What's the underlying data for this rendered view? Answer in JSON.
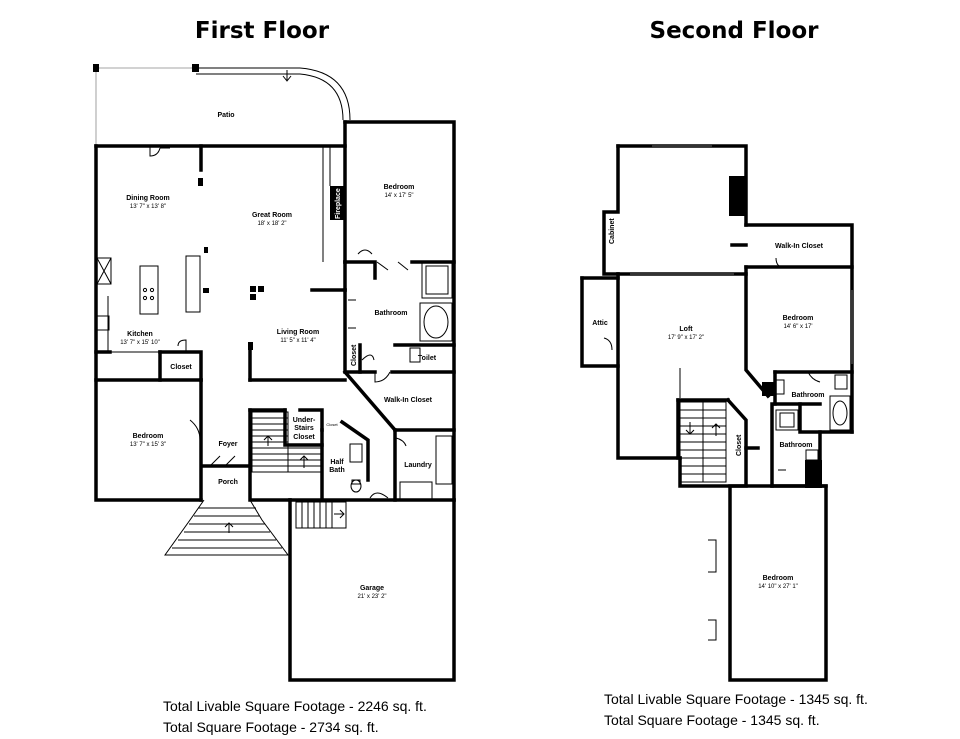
{
  "first_floor": {
    "title": "First Floor",
    "rooms": {
      "patio": {
        "name": "Patio"
      },
      "dining": {
        "name": "Dining Room",
        "dim": "13' 7\" x 13' 8\""
      },
      "great": {
        "name": "Great Room",
        "dim": "18' x 18' 2\""
      },
      "bedroom_ne": {
        "name": "Bedroom",
        "dim": "14' x 17' 5\""
      },
      "fireplace": {
        "name": "Fireplace"
      },
      "kitchen": {
        "name": "Kitchen",
        "dim": "13' 7\" x 15' 10\""
      },
      "closet_k": {
        "name": "Closet"
      },
      "living": {
        "name": "Living Room",
        "dim": "11' 5\" x 11' 4\""
      },
      "bathroom": {
        "name": "Bathroom"
      },
      "closet_b": {
        "name": "Closet"
      },
      "toilet": {
        "name": "Toilet"
      },
      "walkin": {
        "name": "Walk-In Closet"
      },
      "bedroom_sw": {
        "name": "Bedroom",
        "dim": "13' 7\" x 15' 3\""
      },
      "foyer": {
        "name": "Foyer"
      },
      "understairs_1": {
        "name": "Under-"
      },
      "understairs_2": {
        "name": "Stairs"
      },
      "understairs_3": {
        "name": "Closet"
      },
      "closet_small": {
        "name": "Closet"
      },
      "halfbath_1": {
        "name": "Half"
      },
      "halfbath_2": {
        "name": "Bath"
      },
      "laundry": {
        "name": "Laundry"
      },
      "porch": {
        "name": "Porch"
      },
      "garage": {
        "name": "Garage",
        "dim": "21' x 23' 2\""
      }
    },
    "totals": {
      "livable": "Total Livable Square Footage - 2246 sq. ft.",
      "total": "Total Square Footage - 2734 sq. ft."
    }
  },
  "second_floor": {
    "title": "Second Floor",
    "rooms": {
      "cabinet": {
        "name": "Cabinet"
      },
      "walkin": {
        "name": "Walk-In Closet"
      },
      "attic": {
        "name": "Attic"
      },
      "loft": {
        "name": "Loft",
        "dim": "17' 9\" x 17' 2\""
      },
      "bedroom_e": {
        "name": "Bedroom",
        "dim": "14' 6\" x 17'"
      },
      "bathroom_1": {
        "name": "Bathroom"
      },
      "bathroom_2": {
        "name": "Bathroom"
      },
      "closet": {
        "name": "Closet"
      },
      "bedroom_s": {
        "name": "Bedroom",
        "dim": "14' 10\" x 27' 1\""
      }
    },
    "totals": {
      "livable": "Total Livable Square Footage - 1345 sq. ft.",
      "total": "Total Square Footage - 1345 sq. ft."
    }
  }
}
